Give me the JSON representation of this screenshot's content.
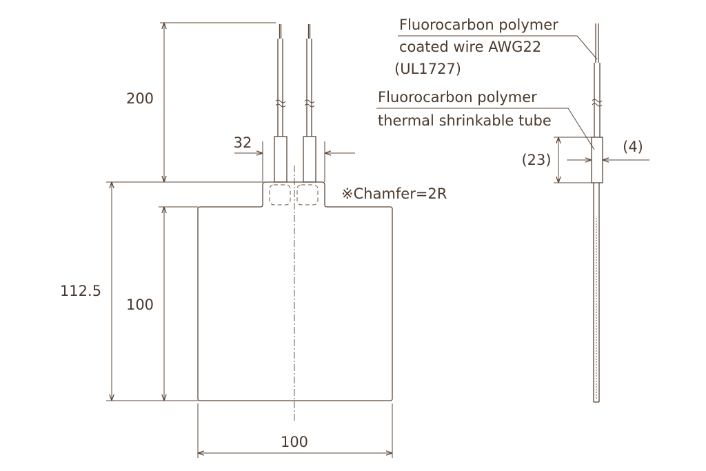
{
  "colors": {
    "line": "#5a4535",
    "text": "#4a3a2c"
  },
  "front_view": {
    "wire_length": "200",
    "lead_spacing": "32",
    "overall_height": "112.5",
    "heater_height": "100",
    "heater_width": "100",
    "chamfer_note": "※Chamfer=2R"
  },
  "side_view": {
    "wire_label_line1": "Fluorocarbon polymer",
    "wire_label_line2": "coated wire AWG22",
    "wire_label_line3": "(UL1727)",
    "tube_label_line1": "Fluorocarbon polymer",
    "tube_label_line2": "thermal shrinkable tube",
    "tube_length": "(23)",
    "thickness": "(4)"
  }
}
